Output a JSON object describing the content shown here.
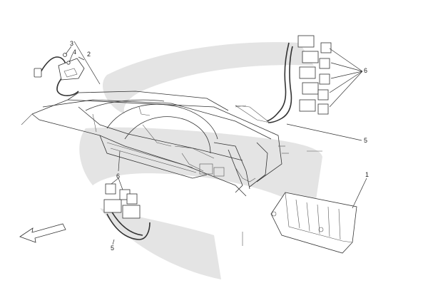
{
  "diagram": {
    "callouts": [
      {
        "id": "c1",
        "text": "1"
      },
      {
        "id": "c2",
        "text": "2"
      },
      {
        "id": "c3",
        "text": "3"
      },
      {
        "id": "c4",
        "text": "4"
      },
      {
        "id": "c5a",
        "text": "5"
      },
      {
        "id": "c5b",
        "text": "5"
      },
      {
        "id": "c6a",
        "text": "6"
      },
      {
        "id": "c6b",
        "text": "6"
      }
    ],
    "colors": {
      "line": "#333333",
      "watermark": "#e4e4e4",
      "background": "#ffffff"
    }
  }
}
